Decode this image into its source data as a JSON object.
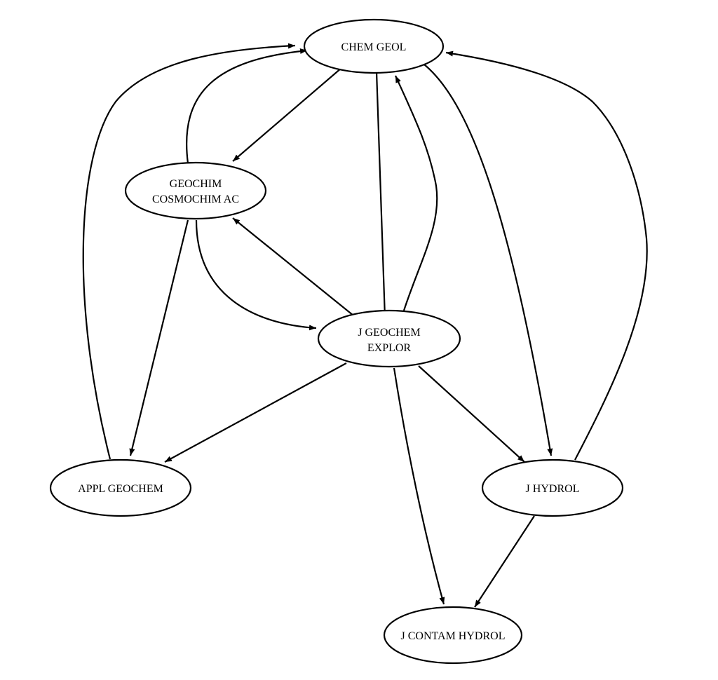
{
  "nodes": {
    "chem_geol": {
      "lines": [
        "CHEM GEOL"
      ]
    },
    "geochim": {
      "lines": [
        "GEOCHIM",
        "COSMOCHIM AC"
      ]
    },
    "j_geochem": {
      "lines": [
        "J GEOCHEM",
        "EXPLOR"
      ]
    },
    "appl_geochem": {
      "lines": [
        "APPL GEOCHEM"
      ]
    },
    "j_hydrol": {
      "lines": [
        "J HYDROL"
      ]
    },
    "j_contam": {
      "lines": [
        "J CONTAM HYDROL"
      ]
    }
  },
  "edges": [
    {
      "from": "CHEM GEOL",
      "to": "GEOCHIM COSMOCHIM AC"
    },
    {
      "from": "GEOCHIM COSMOCHIM AC",
      "to": "CHEM GEOL"
    },
    {
      "from": "APPL GEOCHEM",
      "to": "CHEM GEOL"
    },
    {
      "from": "CHEM GEOL",
      "to": "J GEOCHEM EXPLOR"
    },
    {
      "from": "J GEOCHEM EXPLOR",
      "to": "CHEM GEOL"
    },
    {
      "from": "CHEM GEOL",
      "to": "J HYDROL"
    },
    {
      "from": "J HYDROL",
      "to": "CHEM GEOL"
    },
    {
      "from": "GEOCHIM COSMOCHIM AC",
      "to": "J GEOCHEM EXPLOR"
    },
    {
      "from": "J GEOCHEM EXPLOR",
      "to": "GEOCHIM COSMOCHIM AC"
    },
    {
      "from": "GEOCHIM COSMOCHIM AC",
      "to": "APPL GEOCHEM"
    },
    {
      "from": "J GEOCHEM EXPLOR",
      "to": "APPL GEOCHEM"
    },
    {
      "from": "J GEOCHEM EXPLOR",
      "to": "J HYDROL"
    },
    {
      "from": "J GEOCHEM EXPLOR",
      "to": "J CONTAM HYDROL"
    },
    {
      "from": "J HYDROL",
      "to": "J CONTAM HYDROL"
    }
  ]
}
